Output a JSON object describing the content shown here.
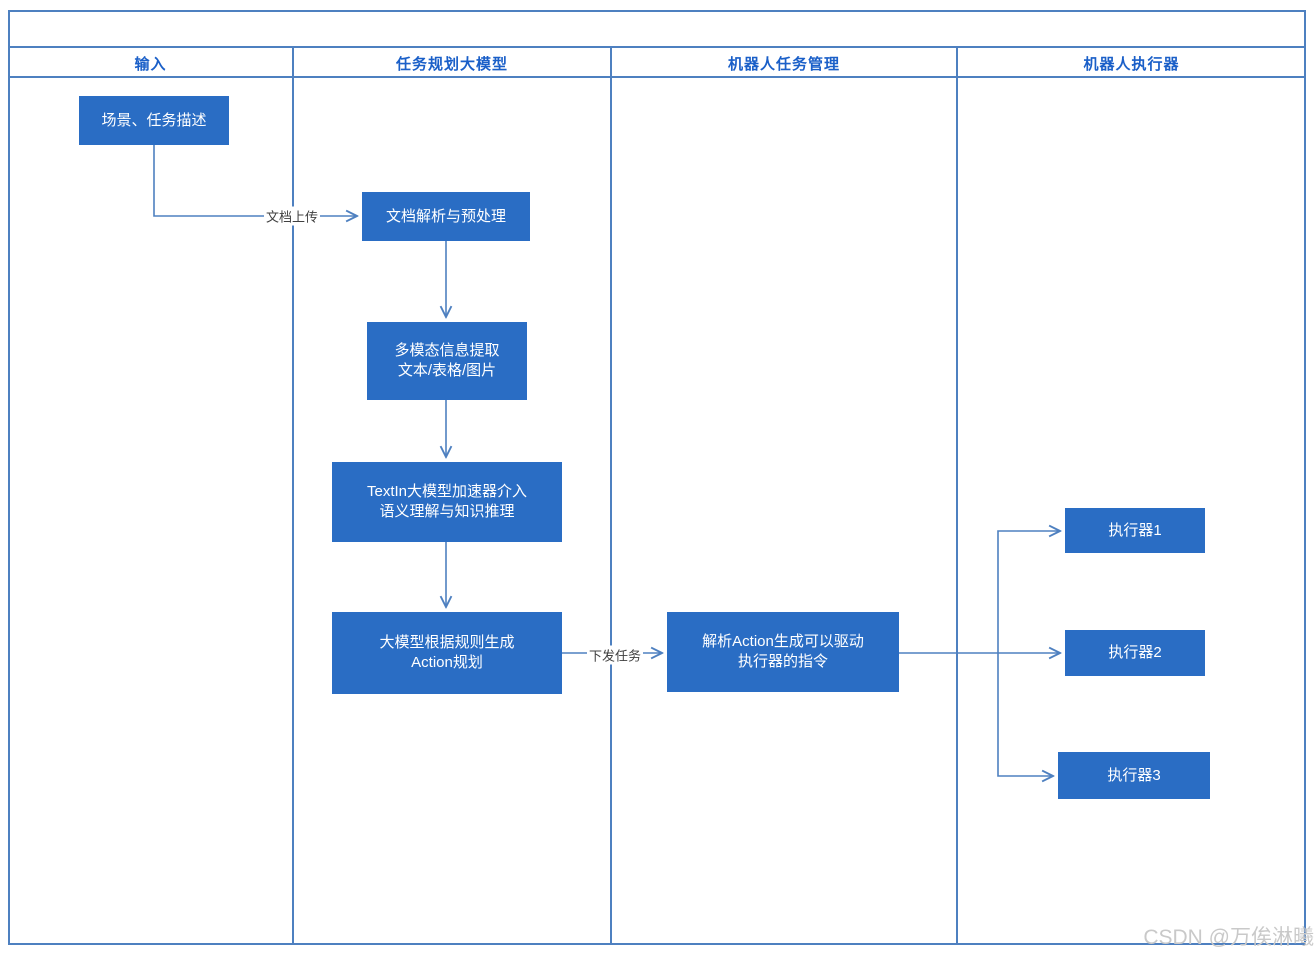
{
  "pool": {
    "title": "",
    "lanes": [
      {
        "label": "输入"
      },
      {
        "label": "任务规划大模型"
      },
      {
        "label": "机器人任务管理"
      },
      {
        "label": "机器人执行器"
      }
    ]
  },
  "nodes": {
    "scene": {
      "line1": "场景、任务描述"
    },
    "doc_parse": {
      "line1": "文档解析与预处理"
    },
    "multimodal": {
      "line1": "多模态信息提取",
      "line2": "文本/表格/图片"
    },
    "textin": {
      "line1": "TextIn大模型加速器介入",
      "line2": "语义理解与知识推理"
    },
    "action_plan": {
      "line1": "大模型根据规则生成",
      "line2": "Action规划"
    },
    "parse_action": {
      "line1": "解析Action生成可以驱动",
      "line2": "执行器的指令"
    },
    "executor1": {
      "line1": "执行器1"
    },
    "executor2": {
      "line1": "执行器2"
    },
    "executor3": {
      "line1": "执行器3"
    }
  },
  "edges": {
    "upload_label": "文档上传",
    "dispatch_label": "下发任务"
  },
  "watermark": "CSDN @万俟淋曦",
  "colors": {
    "node_fill": "#2A6DC4",
    "line": "#4E80C0",
    "header_text": "#1A5FC8"
  }
}
